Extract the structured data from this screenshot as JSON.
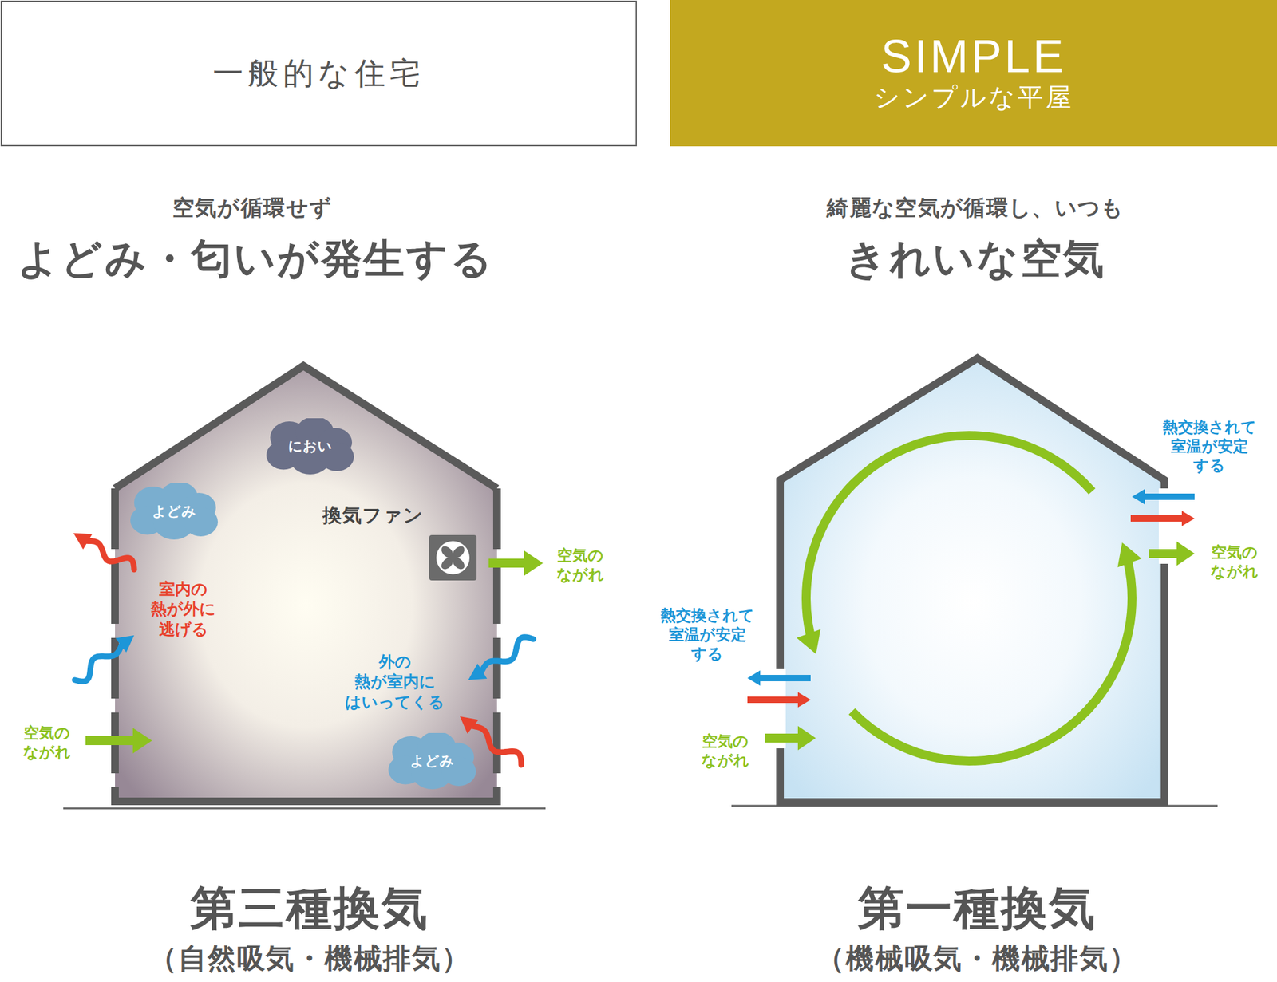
{
  "diagram": {
    "nodes": [
      {
        "text": [
          "一般的な住宅"
        ]
      },
      {
        "text": [
          "SIMPLE",
          "シンプルな平屋"
        ]
      },
      {
        "text": [
          "におい"
        ]
      },
      {
        "text": [
          "よどみ"
        ]
      },
      {
        "text": [
          "よどみ"
        ]
      }
    ],
    "labels": [
      "空気が循環せず",
      "よどみ・匂いが発生する",
      "綺麗な空気が循環し、いつも",
      "きれいな空気",
      "換気ファン",
      "空気の ながれ",
      "室内の 熱が外に 逃げる",
      "外の 熱が室内に はいってくる",
      "空気の ながれ",
      "熱交換されて 室温が安定 する",
      "空気の ながれ",
      "熱交換されて 室温が安定 する",
      "空気の ながれ",
      "第三種換気",
      "（自然吸気・機械排気）",
      "第一種換気",
      "（機械吸気・機械排気）"
    ]
  }
}
